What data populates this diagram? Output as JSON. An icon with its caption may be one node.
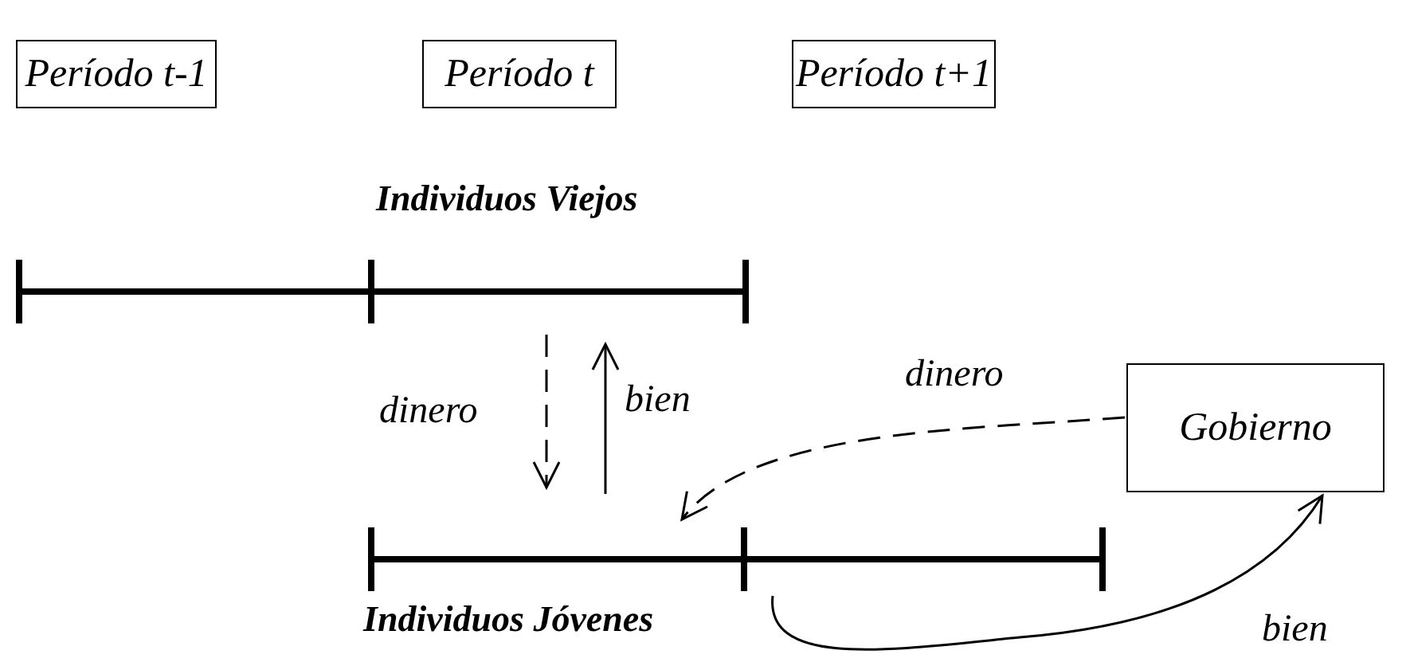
{
  "diagram": {
    "nodes": [
      {
        "text": [
          "Período t-1"
        ]
      },
      {
        "text": [
          "Período t"
        ]
      },
      {
        "text": [
          "Período t+1"
        ]
      },
      {
        "text": [
          "Individuos Viejos"
        ]
      },
      {
        "text": [
          "Individuos Jóvenes"
        ]
      },
      {
        "text": [
          "Gobierno"
        ]
      }
    ],
    "edges": [
      {
        "from": 3,
        "to": 4,
        "arrow": "to",
        "label": "dinero",
        "style": "dashed"
      },
      {
        "from": 4,
        "to": 3,
        "arrow": "to",
        "label": "bien"
      },
      {
        "from": 5,
        "to": 4,
        "arrow": "to",
        "label": "dinero",
        "style": "dashed"
      },
      {
        "from": 4,
        "to": 5,
        "arrow": "to",
        "label": "bien"
      }
    ]
  }
}
